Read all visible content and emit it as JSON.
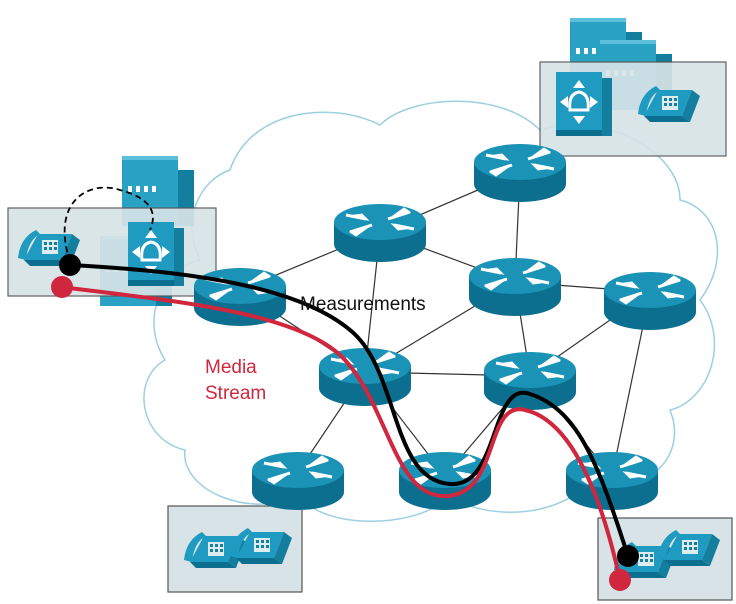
{
  "colors": {
    "router_top": "#1b93b6",
    "router_side": "#0d6f8f",
    "router_arrow": "#ffffff",
    "building": "#2aa2c4",
    "building_dark": "#137e9e",
    "site_box": "#d7e3e7",
    "phone": "#1f9ac0",
    "cloud_stroke": "#9ccfe2",
    "link": "#333333",
    "measurement_path": "#000000",
    "media_path": "#d0263e"
  },
  "labels": {
    "measurements": "Measurements",
    "media_line1": "Media",
    "media_line2": "Stream"
  },
  "icons": {
    "router": "router-icon",
    "ip_phone": "ip-phone-icon",
    "call_manager": "call-manager-icon",
    "building": "building-icon"
  }
}
